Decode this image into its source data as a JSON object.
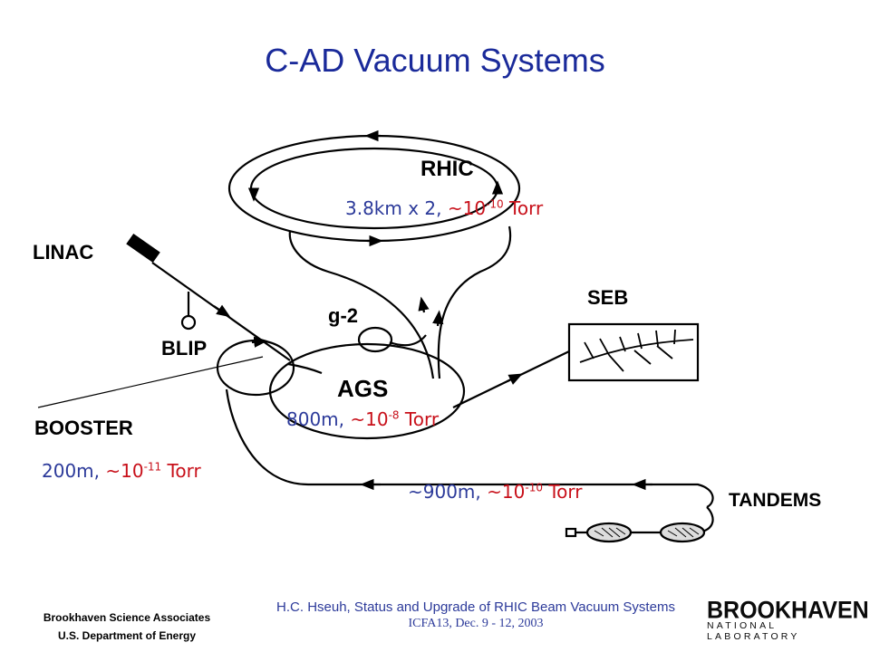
{
  "title": "C-AD Vacuum Systems",
  "diagram_labels": {
    "rhic": "RHIC",
    "linac": "LINAC",
    "blip": "BLIP",
    "g2": "g-2",
    "seb": "SEB",
    "ags": "AGS",
    "booster": "BOOSTER",
    "tandems": "TANDEMS"
  },
  "annotations": {
    "rhic": {
      "text": "3.8km x 2, ",
      "tilde": "~10",
      "exp": "-10",
      "unit": " Torr"
    },
    "ags": {
      "text": "800m, ",
      "tilde": "~10",
      "exp": "-8",
      "unit": " Torr"
    },
    "booster": {
      "text": "200m, ",
      "tilde": "~10",
      "exp": "-11",
      "unit": " Torr"
    },
    "transfer": {
      "text": "~900m, ",
      "tilde": "~10",
      "exp": "-10",
      "unit": " Torr"
    }
  },
  "footer": {
    "org_line1": "Brookhaven Science Associates",
    "org_line2": "U.S. Department of Energy",
    "talk_line1": "H.C. Hseuh, Status and Upgrade of RHIC Beam Vacuum Systems",
    "talk_line2": "ICFA13, Dec. 9 - 12, 2003",
    "logo_big": "BROOKHAVEN",
    "logo_small": "NATIONAL LABORATORY"
  },
  "colors": {
    "title": "#1a2a9a",
    "annotation_blue": "#2c3a9a",
    "annotation_red": "#c8101a"
  }
}
